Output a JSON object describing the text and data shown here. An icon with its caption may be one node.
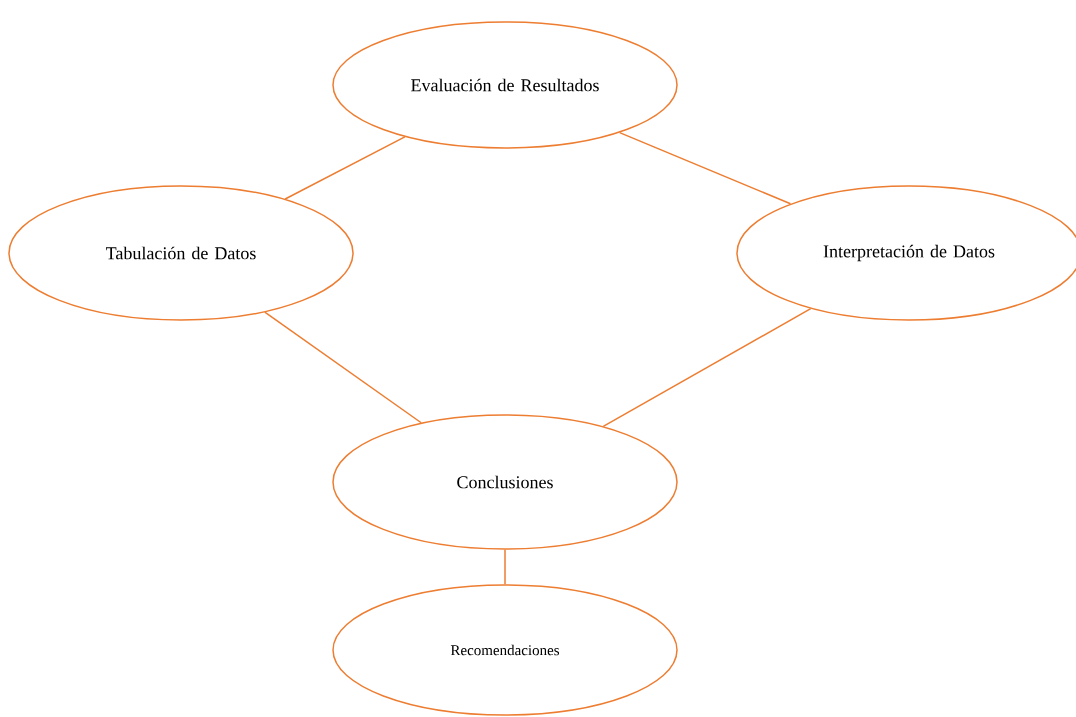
{
  "diagram": {
    "nodes": [
      {
        "text": [
          "Evaluación de Resultados"
        ]
      },
      {
        "text": [
          "Tabulación de Datos"
        ]
      },
      {
        "text": [
          "Interpretación de Datos"
        ]
      },
      {
        "text": [
          "Conclusiones"
        ]
      },
      {
        "text": [
          "Recomendaciones"
        ]
      }
    ],
    "edges": [
      {
        "from": 0,
        "to": 1,
        "arrow": "none"
      },
      {
        "from": 0,
        "to": 2,
        "arrow": "none"
      },
      {
        "from": 1,
        "to": 3,
        "arrow": "none"
      },
      {
        "from": 2,
        "to": 3,
        "arrow": "none"
      },
      {
        "from": 3,
        "to": 4,
        "arrow": "none"
      }
    ]
  }
}
